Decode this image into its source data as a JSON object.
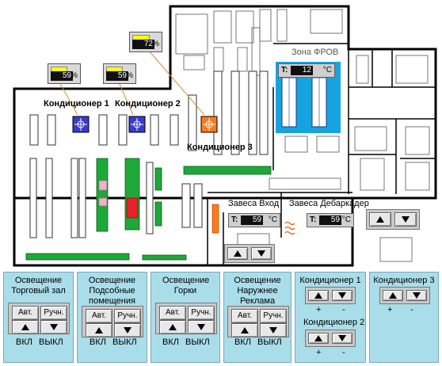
{
  "map": {
    "zones": {
      "frov": "Зона ФРОВ",
      "ac1": "Кондиционер 1",
      "ac2": "Кондиционер 2",
      "ac3": "Кондиционер 3",
      "curtain_entrance": "Завеса Вход",
      "curtain_dock": "Завеса Дебаркадер"
    },
    "humidity_sensors": [
      {
        "value": "72",
        "unit": "%",
        "level": 0.6
      },
      {
        "value": "59",
        "unit": "%",
        "level": 0.55
      },
      {
        "value": "59",
        "unit": "%",
        "level": 0.55
      }
    ],
    "temps": {
      "frov": {
        "label": "T:",
        "value": "12",
        "unit": "°C"
      },
      "entrance": {
        "label": "T:",
        "value": "59",
        "unit": "°C"
      },
      "dock": {
        "label": "T:",
        "value": "59",
        "unit": "°C"
      }
    },
    "colors": {
      "ac_blue": "#3a3ad0",
      "ac_orange": "#ff7a1a",
      "frov_zone": "#17a3e0",
      "shelf_green": "#1fa83a",
      "shelf_red": "#e8202a",
      "shelf_pink": "#f0b0c8"
    }
  },
  "panels": {
    "light_hall": {
      "title": "Освещение Торговый зал",
      "auto": "Авт.",
      "manual": "Ручн.",
      "on": "ВКЛ",
      "off": "ВЫКЛ"
    },
    "light_aux": {
      "title": "Освещение Подсобные помещения",
      "auto": "Авт.",
      "manual": "Ручн.",
      "on": "ВКЛ",
      "off": "ВЫКЛ"
    },
    "light_slides": {
      "title": "Освещение Горки",
      "auto": "Авт.",
      "manual": "Ручн.",
      "on": "ВКЛ",
      "off": "ВЫКЛ"
    },
    "light_ad": {
      "title": "Освещение Наружнее Реклама",
      "auto": "Авт.",
      "manual": "Ручн.",
      "on": "ВКЛ",
      "off": "ВЫКЛ"
    },
    "ac1": {
      "title": "Кондиционер 1",
      "plus": "+",
      "minus": "-"
    },
    "ac2": {
      "title": "Кондиционер 2",
      "plus": "+",
      "minus": "-"
    },
    "ac3": {
      "title": "Кондиционер 3",
      "plus": "+",
      "minus": "-"
    }
  }
}
